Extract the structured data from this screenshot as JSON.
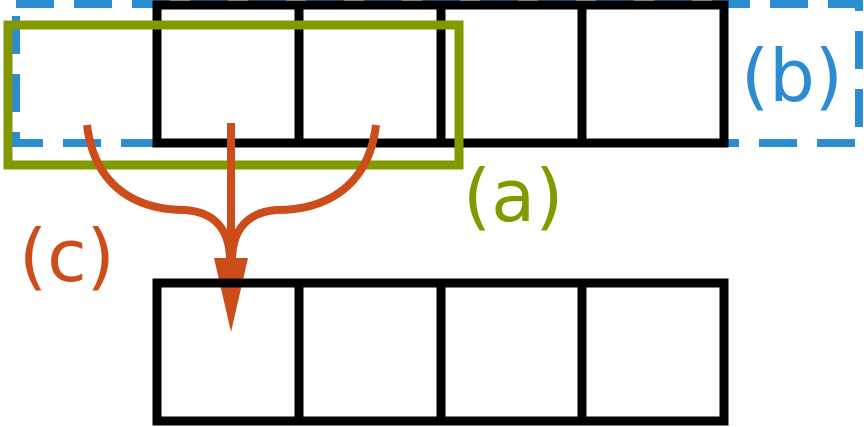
{
  "diagram": {
    "labels": {
      "a": "(a)",
      "b": "(b)",
      "c": "(c)"
    },
    "top_row": {
      "cells": 4
    },
    "bottom_row": {
      "cells": 4
    },
    "colors": {
      "grid": "#000000",
      "blue_dashed": "#2b8cd2",
      "green": "#829a00",
      "orange": "#cc4c1a"
    }
  }
}
